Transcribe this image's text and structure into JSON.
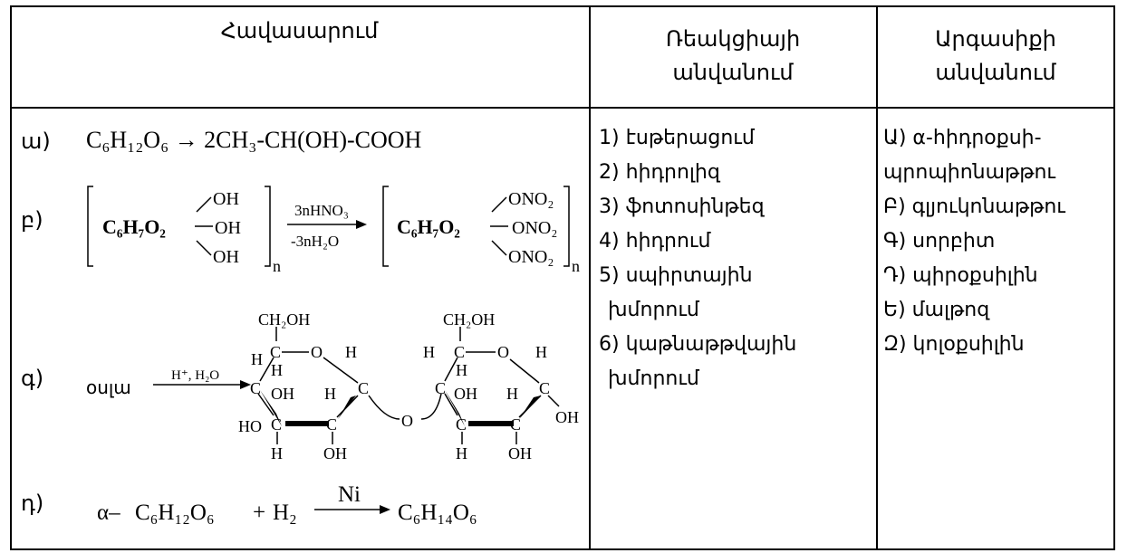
{
  "headers": {
    "equation": "Հավասարում",
    "reaction_name_line1": "Ռեակցիայի",
    "reaction_name_line2": "անվանում",
    "product_name_line1": "Արգասիքի",
    "product_name_line2": "անվանում"
  },
  "rows": {
    "a": {
      "letter": "ա)",
      "formula": "C₆H₁₂O₆ → 2CH₃-CH(OH)-COOH"
    },
    "b": {
      "letter": "բ)",
      "left_core": "C₆H₇O₂",
      "left_groups": [
        "OH",
        "OH",
        "OH"
      ],
      "reagent_top": "3nHNO₃",
      "reagent_bottom": "-3nH₂O",
      "right_core": "C₆H₇O₂",
      "right_groups": [
        "ONO₂",
        "ONO₂",
        "ONO₂"
      ],
      "subscript": "n"
    },
    "c": {
      "letter": "գ)",
      "start": "օսլա",
      "conditions": "H⁺, H₂O",
      "ring_labels": {
        "ch2oh": "CH₂OH",
        "c": "C",
        "o": "O",
        "h": "H",
        "oh": "OH",
        "ho": "HO"
      }
    },
    "d": {
      "letter": "դ)",
      "prefix": "α–",
      "reactant1": "C₆H₁₂O₆",
      "plus": "+",
      "reactant2": "H₂",
      "catalyst": "Ni",
      "product": "C₆H₁₄O₆"
    }
  },
  "reaction_names": [
    "1) էսթերացում",
    "2) հիդրոլիզ",
    "3) ֆոտոսինթեզ",
    "4) հիդրում",
    "5) սպիրտային",
    "խմորում",
    "6) կաթնաթթվային",
    "խմորում"
  ],
  "product_names": [
    "Ա) α-հիդրօքսի-",
    "պրոպիոնաթթու",
    "Բ) գլյուկոնաթթու",
    "Գ) սորբիտ",
    "Դ) պիրօքսիլին",
    "Ե) մալթոզ",
    "Զ) կոլօքսիլին"
  ]
}
